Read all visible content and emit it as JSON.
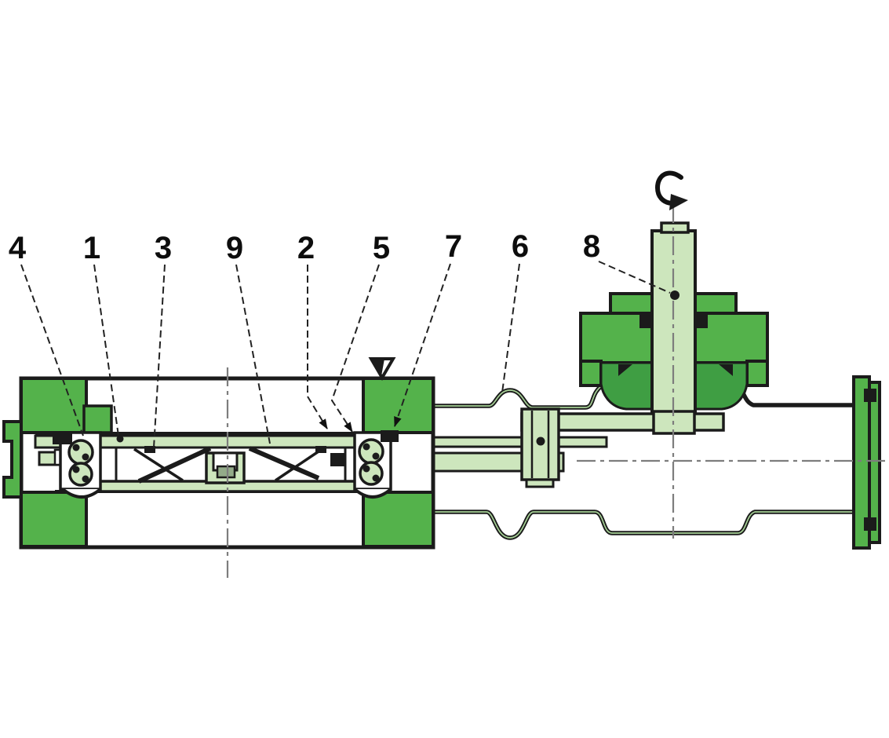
{
  "diagram": {
    "type": "mechanical-sectional-drawing",
    "part_labels": [
      {
        "text": "4"
      },
      {
        "text": "1"
      },
      {
        "text": "3"
      },
      {
        "text": "9"
      },
      {
        "text": "2"
      },
      {
        "text": "5"
      },
      {
        "text": "7"
      },
      {
        "text": "6"
      },
      {
        "text": "8"
      }
    ],
    "colors": {
      "housing_green": "#54b24b",
      "component_light_green": "#cde6bd",
      "packing_dark_green": "#3f9e43",
      "inner_block_gray_green": "#93ab89",
      "wall_inner_green": "#a6d096",
      "outline": "#1b1b1b",
      "centerline_gray": "#7d7d7d"
    },
    "icons": [
      "rotation-direction-arrow",
      "surface-finish-triangle"
    ]
  }
}
